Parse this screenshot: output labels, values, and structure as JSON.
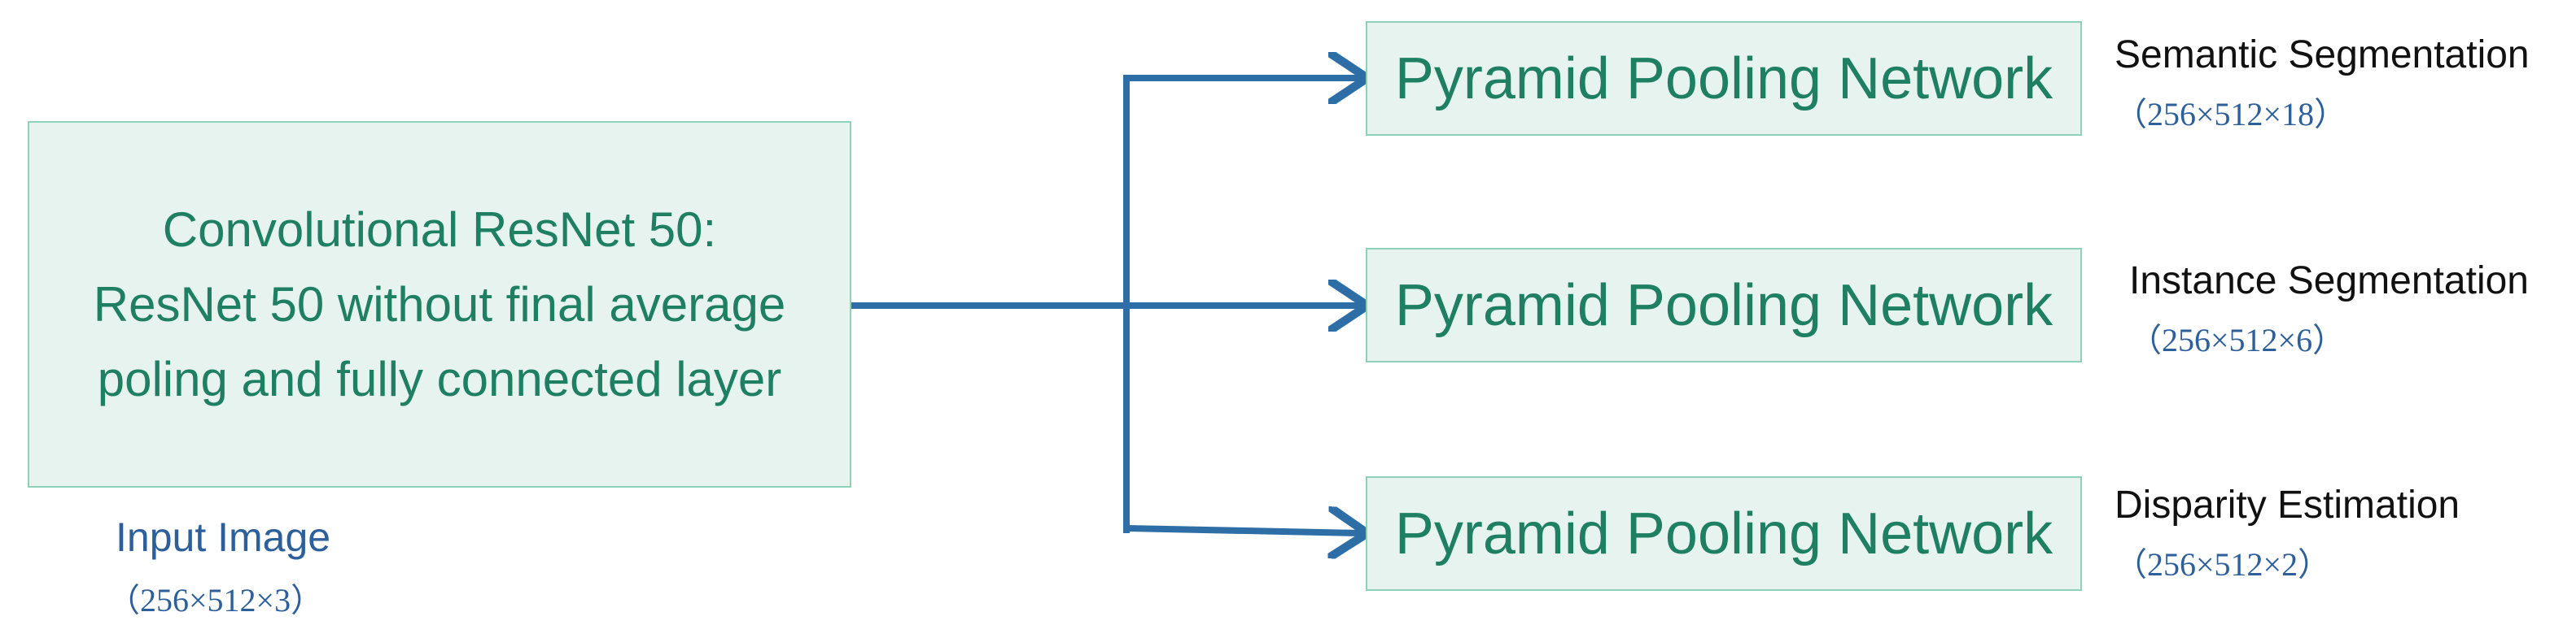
{
  "backbone": {
    "line1": "Convolutional ResNet 50:",
    "line2": "ResNet 50 without final average",
    "line3": "poling and fully connected layer"
  },
  "input": {
    "label": "Input Image",
    "dims": "（256×512×3）"
  },
  "branches": [
    {
      "block": "Pyramid Pooling Network",
      "task": "Semantic  Segmentation",
      "dims": "（256×512×18）"
    },
    {
      "block": "Pyramid Pooling Network",
      "task": "Instance Segmentation",
      "dims": "（256×512×6）"
    },
    {
      "block": "Pyramid Pooling Network",
      "task": "Disparity Estimation",
      "dims": "（256×512×2）"
    }
  ],
  "colors": {
    "box_fill": "#e6f3ee",
    "box_border": "#8fd1b8",
    "box_text": "#1e7f62",
    "arrow": "#2e6ea6",
    "label_blue": "#2d5f9a"
  }
}
